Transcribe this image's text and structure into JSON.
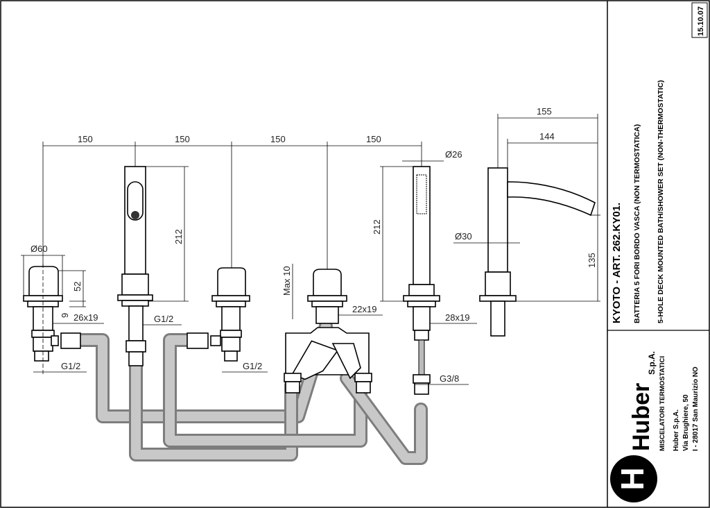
{
  "dimensions": {
    "spacing_1": "150",
    "spacing_2": "150",
    "spacing_3": "150",
    "spacing_4": "150",
    "dia_60": "Ø60",
    "dia_26": "Ø26",
    "dia_30": "Ø30",
    "h_52": "52",
    "h_9": "9",
    "h_212_spout": "212",
    "h_212_shower": "212",
    "max_10": "Max 10",
    "thread_26x19_a": "26x19",
    "thread_22x19": "22x19",
    "thread_28x19": "28x19",
    "g12_a": "G1/2",
    "g12_b": "G1/2",
    "g12_c": "G1/2",
    "g38": "G3/8",
    "w_155": "155",
    "w_144": "144",
    "h_135": "135"
  },
  "title_block": {
    "date": "15.10.07",
    "product": "KYOTO - ART. 262.KY01.",
    "desc_it": "BATTERIA 5 FORI BORDO VASCA (NON TERMOSTATICA)",
    "desc_en": "5-HOLE DECK MOUNTED BATH/SHOWER SET (NON-THERMOSTATIC)",
    "brand": "Huber",
    "brand_suffix": "S.p.A.",
    "brand_tagline": "MISCELATORI TERMOSTATICI",
    "company": "Huber S.p.A.",
    "street": "Via Brughiere, 50",
    "city": "I - 28017 San Maurizio NO",
    "logo_letter": "H"
  }
}
